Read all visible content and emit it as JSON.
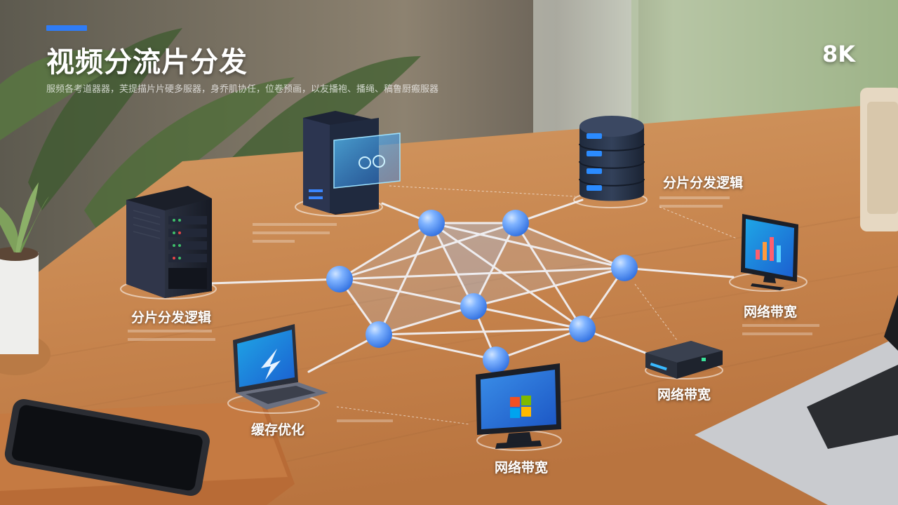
{
  "header": {
    "title": "视频分流片分发",
    "badge": "8K",
    "subtitle": "服频各考道器器，芙提描片片硬多服器，身乔肌协任，位卷预画，以友播袍、播绳、稿鲁厨瘢服器"
  },
  "labels": {
    "server_rack": "分片分发逻辑",
    "database": "分片分发逻辑",
    "monitor_right": "网络带宽",
    "router": "网络带宽",
    "laptop": "缓存优化",
    "monitor_bottom": "网络带宽"
  },
  "colors": {
    "accent": "#2f7cf6",
    "node": "#4a8ff5",
    "desk": "#c98a55"
  },
  "icons": [
    "server-rack-icon",
    "cloud-server-icon",
    "database-icon",
    "monitor-icon",
    "router-icon",
    "laptop-icon",
    "phone-icon",
    "plant-icon"
  ]
}
